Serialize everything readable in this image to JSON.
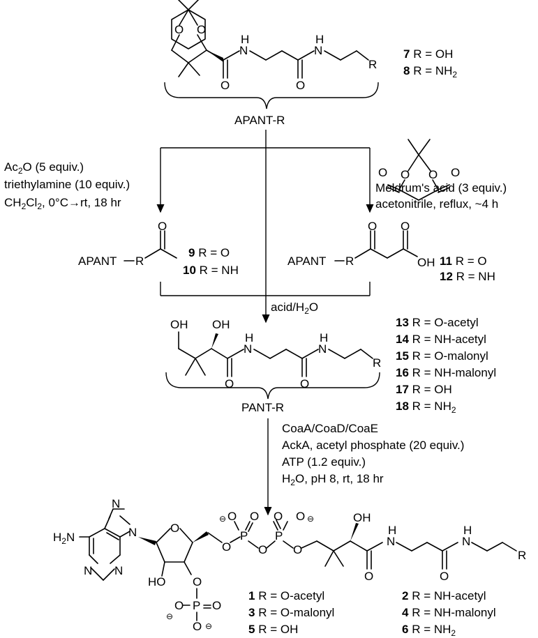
{
  "top": {
    "group_label": "APANT-R",
    "compounds": [
      {
        "num": "7",
        "rest": " R = OH"
      },
      {
        "num": "8",
        "rest": " R = NH",
        "sub": "2"
      }
    ]
  },
  "left_reagents": {
    "line1_a": "Ac",
    "line1_sub": "2",
    "line1_b": "O (5 equiv.)",
    "line2": "triethylamine (10 equiv.)",
    "line3_a": "CH",
    "line3_sub1": "2",
    "line3_b": "Cl",
    "line3_sub2": "2",
    "line3_c": ", 0°C→rt, 18 hr"
  },
  "right_reagents": {
    "line1": "Meldrum's acid (3 equiv.)",
    "line2": "acetonitrile, reflux, ~4 h"
  },
  "middle": {
    "left_label": "APANT",
    "right_label": "APANT",
    "r_atom": "R",
    "oh_atom": "OH",
    "left_compounds": [
      {
        "num": "9",
        "rest": " R = O"
      },
      {
        "num": "10",
        "rest": " R = NH"
      }
    ],
    "right_compounds": [
      {
        "num": "11",
        "rest": " R = O"
      },
      {
        "num": "12",
        "rest": " R = NH"
      }
    ],
    "acid_step_a": "acid/H",
    "acid_step_sub": "2",
    "acid_step_b": "O"
  },
  "pant": {
    "group_label": "PANT-R",
    "compounds": [
      {
        "num": "13",
        "rest": " R = O-acetyl"
      },
      {
        "num": "14",
        "rest": " R = NH-acetyl"
      },
      {
        "num": "15",
        "rest": " R = O-malonyl"
      },
      {
        "num": "16",
        "rest": " R = NH-malonyl"
      },
      {
        "num": "17",
        "rest": " R = OH"
      },
      {
        "num": "18",
        "rest": " R = NH",
        "sub": "2"
      }
    ]
  },
  "enzymatic": {
    "line1": "CoaA/CoaD/CoaE",
    "line2": "AckA, acetyl phosphate (20 equiv.)",
    "line3": "ATP (1.2 equiv.)",
    "line4_a": "H",
    "line4_sub": "2",
    "line4_b": "O, pH 8, rt, 18 hr"
  },
  "bottom": {
    "compounds": [
      {
        "num": "1",
        "rest": " R = O-acetyl"
      },
      {
        "num": "2",
        "rest": " R = NH-acetyl"
      },
      {
        "num": "3",
        "rest": " R = O-malonyl"
      },
      {
        "num": "4",
        "rest": " R = NH-malonyl"
      },
      {
        "num": "5",
        "rest": " R = OH"
      },
      {
        "num": "6",
        "rest": " R = NH",
        "sub": "2"
      }
    ]
  },
  "atoms": {
    "O": "O",
    "N": "N",
    "H": "H",
    "R": "R",
    "P": "P",
    "OH": "OH",
    "HO": "HO",
    "H2N_a": "H",
    "H2N_sub": "2",
    "H2N_b": "N",
    "minus": "⊖"
  }
}
